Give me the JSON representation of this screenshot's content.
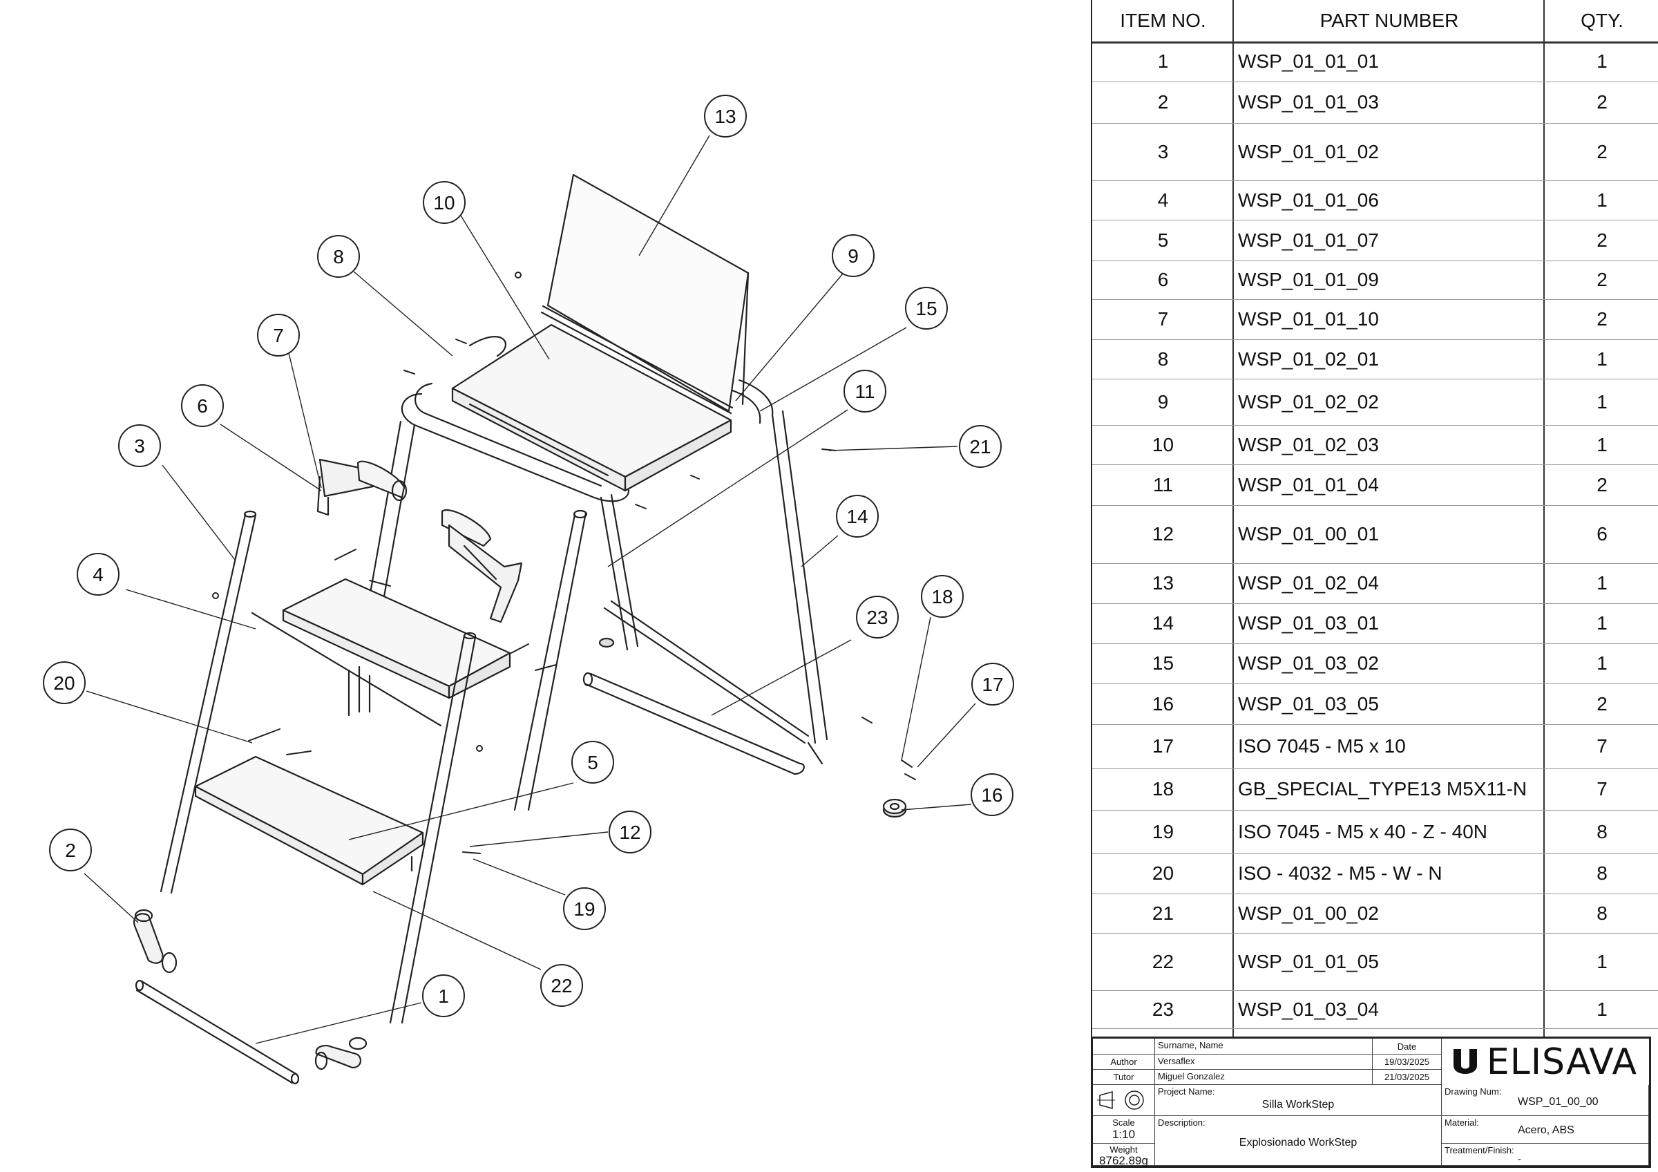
{
  "bom": {
    "headers": [
      "ITEM NO.",
      "PART NUMBER",
      "QTY."
    ],
    "rows": [
      {
        "item": "1",
        "part": "WSP_01_01_01",
        "qty": "1"
      },
      {
        "item": "2",
        "part": "WSP_01_01_03",
        "qty": "2"
      },
      {
        "item": "3",
        "part": "WSP_01_01_02",
        "qty": "2"
      },
      {
        "item": "4",
        "part": "WSP_01_01_06",
        "qty": "1"
      },
      {
        "item": "5",
        "part": "WSP_01_01_07",
        "qty": "2"
      },
      {
        "item": "6",
        "part": "WSP_01_01_09",
        "qty": "2"
      },
      {
        "item": "7",
        "part": "WSP_01_01_10",
        "qty": "2"
      },
      {
        "item": "8",
        "part": "WSP_01_02_01",
        "qty": "1"
      },
      {
        "item": "9",
        "part": "WSP_01_02_02",
        "qty": "1"
      },
      {
        "item": "10",
        "part": "WSP_01_02_03",
        "qty": "1"
      },
      {
        "item": "11",
        "part": "WSP_01_01_04",
        "qty": "2"
      },
      {
        "item": "12",
        "part": "WSP_01_00_01",
        "qty": "6"
      },
      {
        "item": "13",
        "part": "WSP_01_02_04",
        "qty": "1"
      },
      {
        "item": "14",
        "part": "WSP_01_03_01",
        "qty": "1"
      },
      {
        "item": "15",
        "part": "WSP_01_03_02",
        "qty": "1"
      },
      {
        "item": "16",
        "part": "WSP_01_03_05",
        "qty": "2"
      },
      {
        "item": "17",
        "part": "ISO 7045 - M5 x 10",
        "qty": "7"
      },
      {
        "item": "18",
        "part": "GB_SPECIAL_TYPE13 M5X11-N",
        "qty": "7"
      },
      {
        "item": "19",
        "part": "ISO 7045 - M5 x 40 - Z - 40N",
        "qty": "8"
      },
      {
        "item": "20",
        "part": "ISO - 4032 - M5 - W - N",
        "qty": "8"
      },
      {
        "item": "21",
        "part": "WSP_01_00_02",
        "qty": "8"
      },
      {
        "item": "22",
        "part": "WSP_01_01_05",
        "qty": "1"
      },
      {
        "item": "23",
        "part": "WSP_01_03_04",
        "qty": "1"
      }
    ]
  },
  "balloons": [
    "13",
    "10",
    "8",
    "9",
    "15",
    "7",
    "6",
    "11",
    "21",
    "3",
    "14",
    "4",
    "18",
    "23",
    "20",
    "17",
    "5",
    "16",
    "2",
    "12",
    "19",
    "22",
    "1"
  ],
  "titleblock": {
    "surname_header": "Surname, Name",
    "date_header": "Date",
    "author_label": "Author",
    "author_name": "Versaflex",
    "author_date": "19/03/2025",
    "tutor_label": "Tutor",
    "tutor_name": "Miguel Gonzalez",
    "tutor_date": "21/03/2025",
    "project_label": "Project Name:",
    "project_value": "Silla WorkStep",
    "scale_label": "Scale",
    "scale_value": "1:10",
    "description_label": "Description:",
    "description_value": "Explosionado WorkStep",
    "weight_label": "Weight",
    "weight_value": "8762.89g",
    "drawing_num_label": "Drawing Num:",
    "drawing_num_value": "WSP_01_00_00",
    "material_label": "Material:",
    "material_value": "Acero, ABS",
    "treatment_label": "Treatment/Finish:",
    "treatment_value": "-",
    "logo_text": "ELISAVA"
  }
}
